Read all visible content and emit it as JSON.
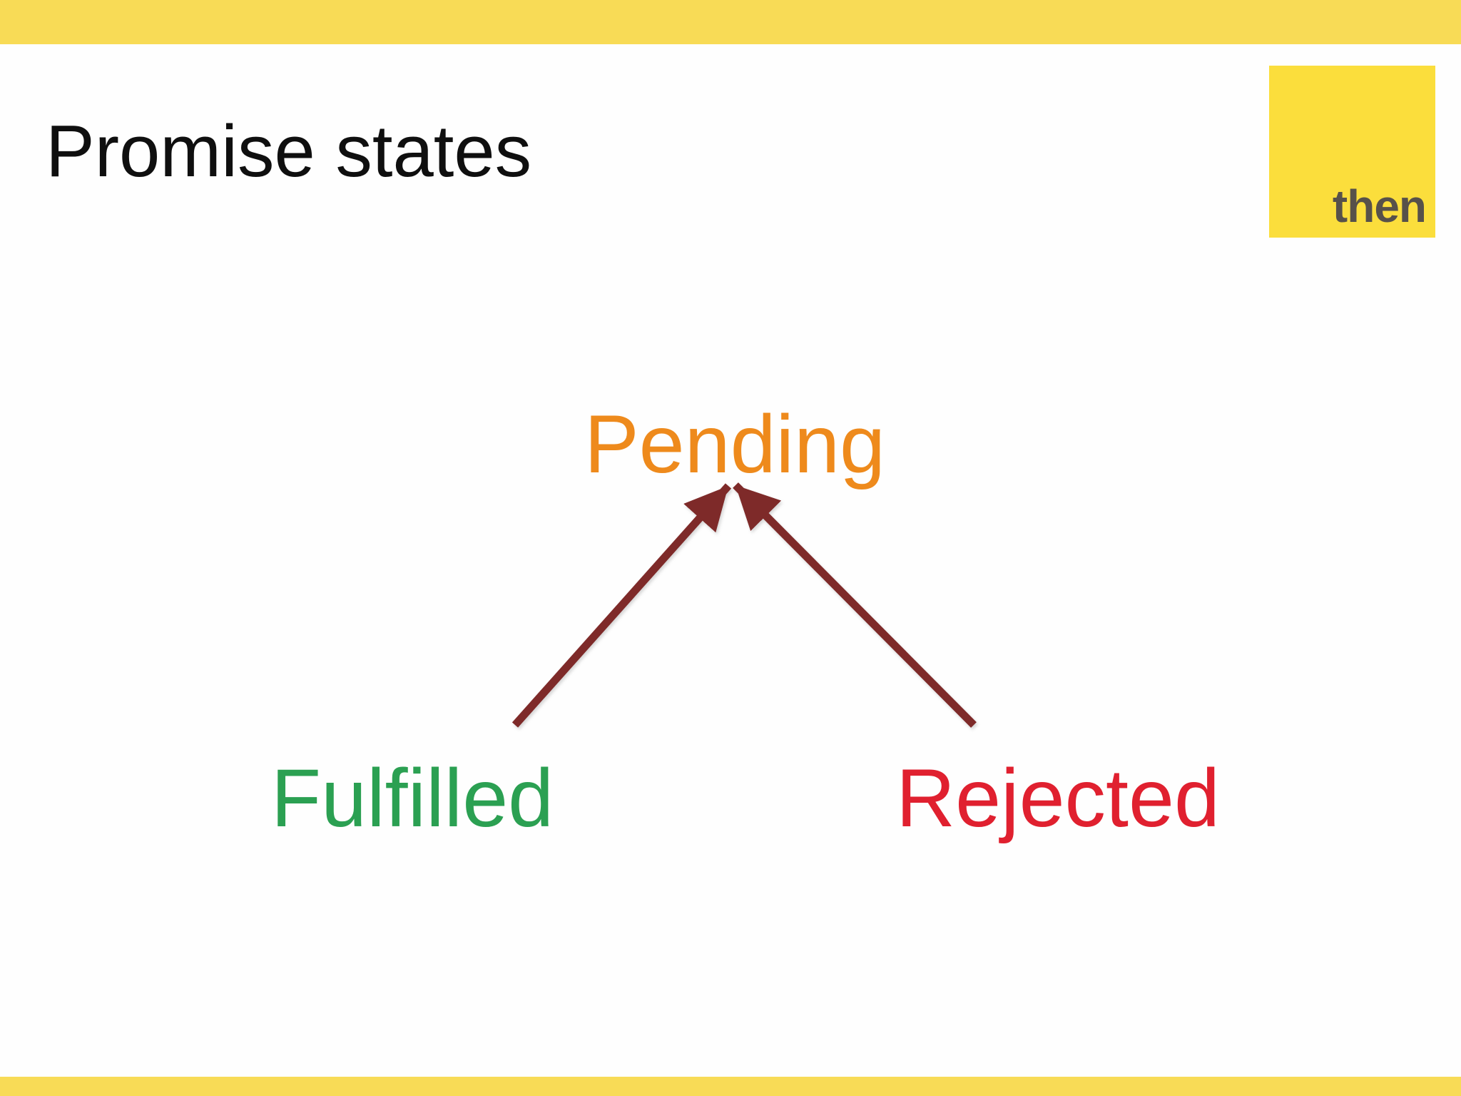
{
  "slide": {
    "title": "Promise states",
    "background_color": "#FEFEFE",
    "accent_bar_color": "#F8DB56"
  },
  "logo": {
    "label": "then",
    "background_color": "#FBDE3C",
    "text_color": "#57514A"
  },
  "diagram": {
    "type": "state-diagram",
    "arrow_color": "#7E2A29",
    "nodes": [
      {
        "id": "pending",
        "label": "Pending",
        "color": "#EE8A1C"
      },
      {
        "id": "fulfilled",
        "label": "Fulfilled",
        "color": "#2BA052"
      },
      {
        "id": "rejected",
        "label": "Rejected",
        "color": "#E0202F"
      }
    ],
    "edges": [
      {
        "from": "fulfilled",
        "to": "pending"
      },
      {
        "from": "rejected",
        "to": "pending"
      }
    ]
  }
}
